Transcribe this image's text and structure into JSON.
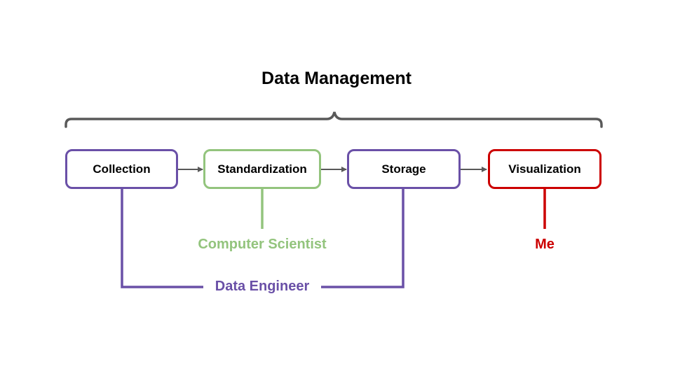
{
  "title": "Data Management",
  "colors": {
    "purple": "#6a50a7",
    "green": "#93c47d",
    "red": "#cc0000",
    "gray": "#595959"
  },
  "stages": [
    {
      "label": "Collection",
      "color": "#6a50a7"
    },
    {
      "label": "Standardization",
      "color": "#93c47d"
    },
    {
      "label": "Storage",
      "color": "#6a50a7"
    },
    {
      "label": "Visualization",
      "color": "#cc0000"
    }
  ],
  "roles": {
    "computer_scientist": {
      "label": "Computer Scientist",
      "color": "#93c47d"
    },
    "data_engineer": {
      "label": "Data Engineer",
      "color": "#6a50a7"
    },
    "me": {
      "label": "Me",
      "color": "#cc0000"
    }
  }
}
